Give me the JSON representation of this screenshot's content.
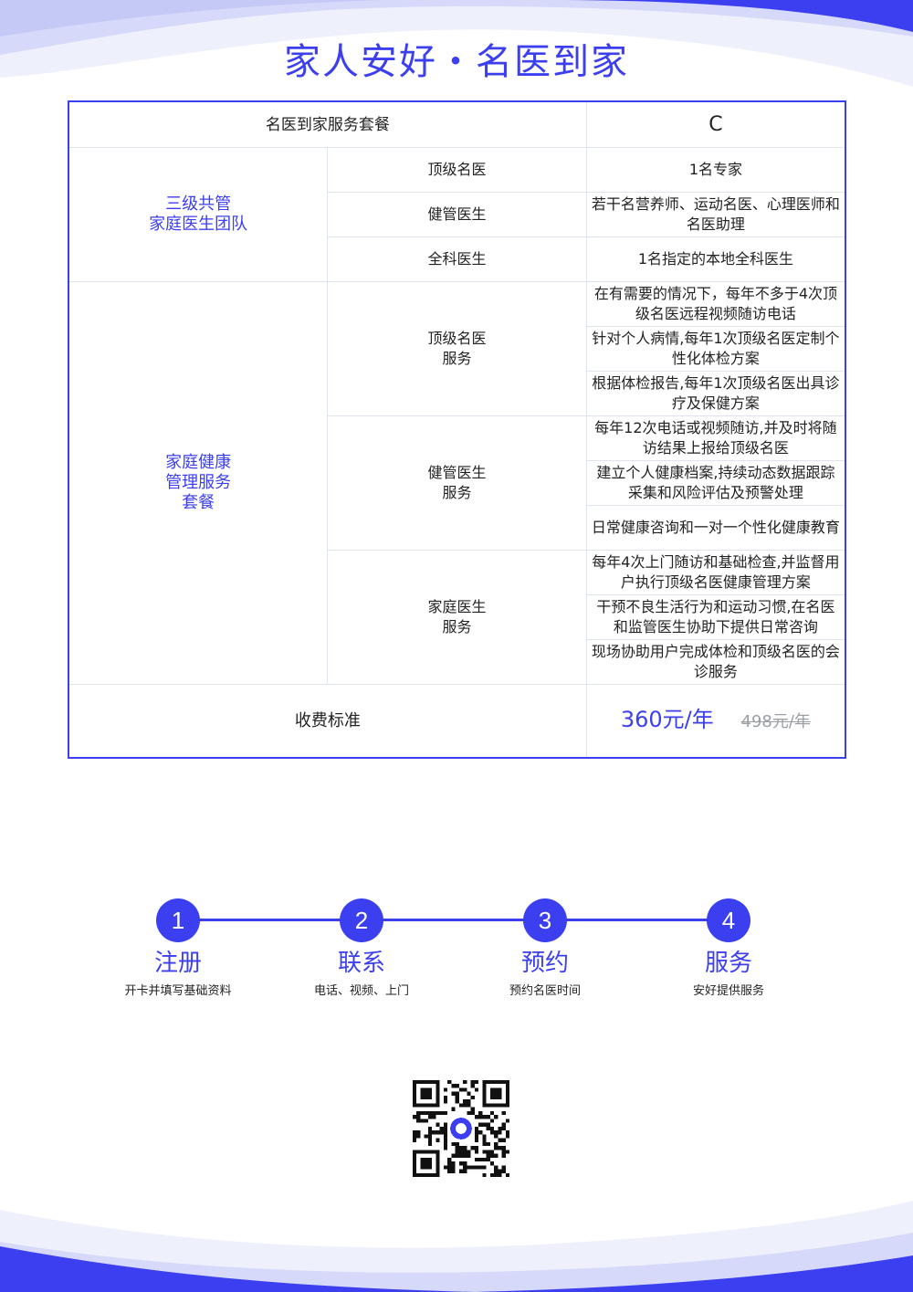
{
  "title": "家人安好・名医到家",
  "table": {
    "header_label": "名医到家服务套餐",
    "header_value": "C",
    "team": {
      "group_label_line1": "三级共管",
      "group_label_line2": "家庭医生团队",
      "rows": [
        {
          "role": "顶级名医",
          "value": "1名专家"
        },
        {
          "role": "健管医生",
          "value": "若干名营养师、运动名医、心理医师和名医助理"
        },
        {
          "role": "全科医生",
          "value": "1名指定的本地全科医生"
        }
      ]
    },
    "package": {
      "group_label_line1": "家庭健康",
      "group_label_line2": "管理服务",
      "group_label_line3": "套餐",
      "sections": [
        {
          "role_line1": "顶级名医",
          "role_line2": "服务",
          "items": [
            "在有需要的情况下，每年不多于4次顶级名医远程视频随访电话",
            "针对个人病情,每年1次顶级名医定制个性化体检方案",
            "根据体检报告,每年1次顶级名医出具诊疗及保健方案"
          ]
        },
        {
          "role_line1": "健管医生",
          "role_line2": "服务",
          "items": [
            "每年12次电话或视频随访,并及时将随访结果上报给顶级名医",
            "建立个人健康档案,持续动态数据跟踪采集和风险评估及预警处理",
            "日常健康咨询和一对一个性化健康教育"
          ]
        },
        {
          "role_line1": "家庭医生",
          "role_line2": "服务",
          "items": [
            "每年4次上门随访和基础检查,并监督用户执行顶级名医健康管理方案",
            "干预不良生活行为和运动习惯,在名医和监管医生协助下提供日常咨询",
            "现场协助用户完成体检和顶级名医的会诊服务"
          ]
        }
      ]
    },
    "fee_label": "收费标准",
    "price": "360元/年",
    "old_price": "498元/年"
  },
  "steps": [
    {
      "num": "1",
      "label": "注册",
      "desc": "开卡并填写基础资料"
    },
    {
      "num": "2",
      "label": "联系",
      "desc": "电话、视频、上门"
    },
    {
      "num": "3",
      "label": "预约",
      "desc": "预约名医时间"
    },
    {
      "num": "4",
      "label": "服务",
      "desc": "安好提供服务"
    }
  ],
  "colors": {
    "accent": "#3b3ff0",
    "wave_light": "#e6e8fb",
    "wave_mid": "#c9cdf7"
  }
}
